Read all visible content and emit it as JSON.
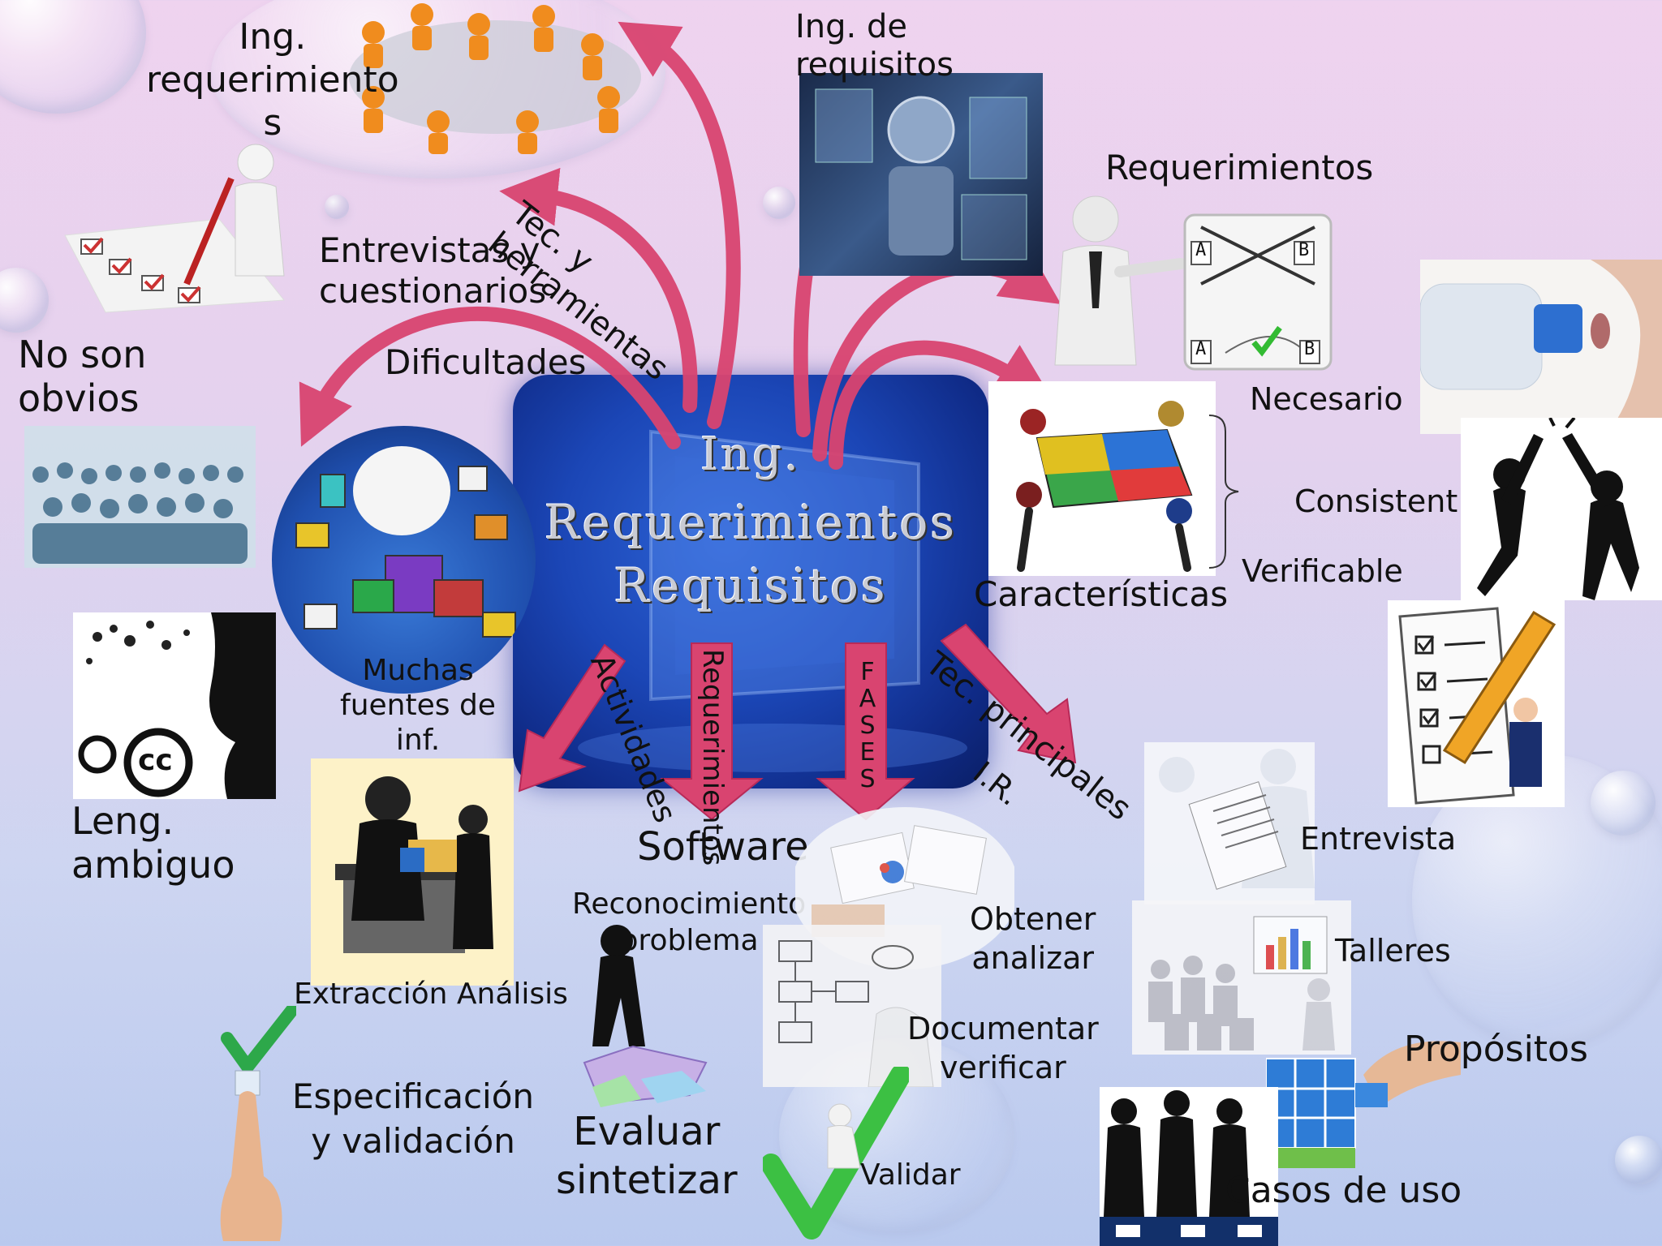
{
  "center": {
    "line1": "Ing.",
    "line2": "Requerimientos",
    "line3": "Requisitos"
  },
  "labels": {
    "ing_requerimientos": "Ing.\nrequerimiento\ns",
    "ing_de_requisitos": "Ing. de\nrequisitos",
    "requerimientos": "Requerimientos",
    "entrevistas": "Entrevistas y\ncuestionarios",
    "tec_herramientas": "Tec. y\nherramientas",
    "dificultades": "Dificultades",
    "no_son_obvios": "No son\nobvios",
    "muchas_fuentes": "Muchas\nfuentes de\ninf.",
    "leng_ambiguo": "Leng.\nambiguo",
    "caracteristicas": "Características",
    "necesario": "Necesario",
    "consistent": "Consistent",
    "verificable": "Verificable",
    "actividades": "Actividades",
    "requerimientos_software": "Requerimientos",
    "fases": "FASES",
    "tec_principales": "Tec. principales",
    "ir": "I.R.",
    "software": "Software",
    "reconocimiento": "Reconocimiento\nproblema",
    "extraccion": "Extracción Análisis",
    "especificacion": "Especificación\ny validación",
    "evaluar": "Evaluar\nsintetizar",
    "obtener": "Obtener\nanalizar",
    "documentar": "Documentar\nverificar",
    "validar": "Validar",
    "entrevista": "Entrevista",
    "talleres": "Talleres",
    "propositos": "Propósitos",
    "casos_de_uso": "Casos de uso",
    "cc": "cc",
    "a": "A",
    "b": "B"
  },
  "colors": {
    "arrow": "#d94470",
    "arrow_dark": "#b82a58",
    "core": "#1b46b6"
  }
}
